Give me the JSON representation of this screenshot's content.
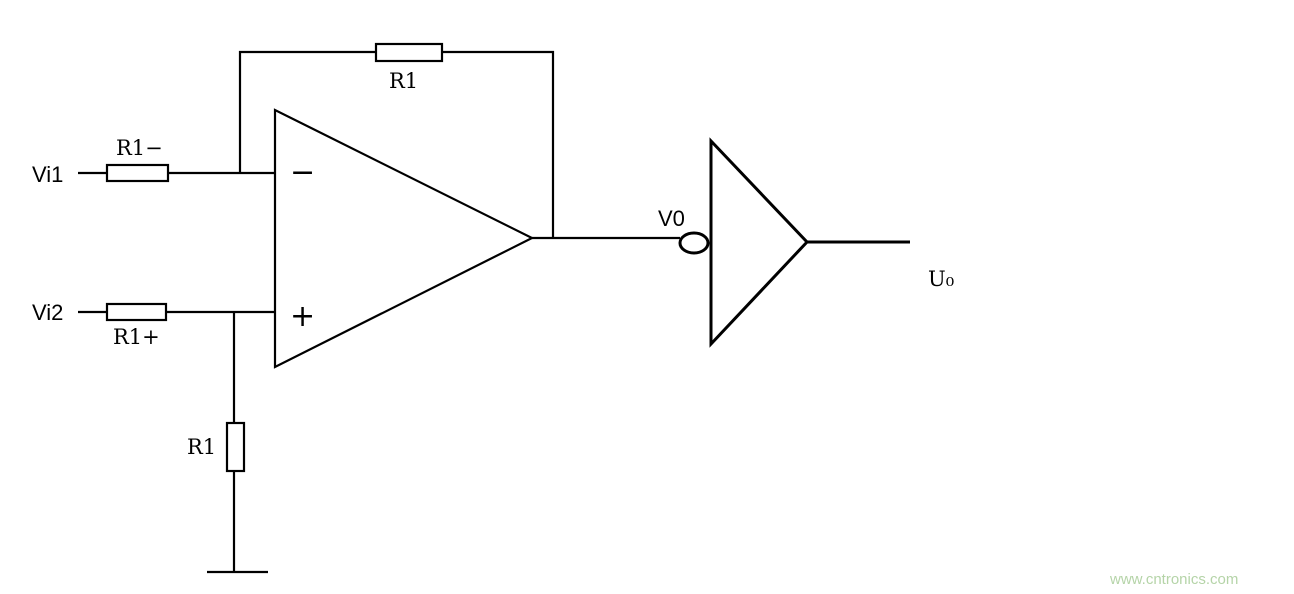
{
  "labels": {
    "input1": "Vi1",
    "input2": "Vi2",
    "resistor_in_minus": "R1−",
    "resistor_in_plus": "R1+",
    "resistor_feedback": "R1",
    "resistor_ground": "R1",
    "opamp_inverting": "−",
    "opamp_noninverting": "+",
    "opamp_output": "V0",
    "final_output": "U₀"
  },
  "watermark": "www.cntronics.com",
  "colors": {
    "line": "#000000",
    "background": "#ffffff",
    "watermark": "#b5d4a8"
  }
}
